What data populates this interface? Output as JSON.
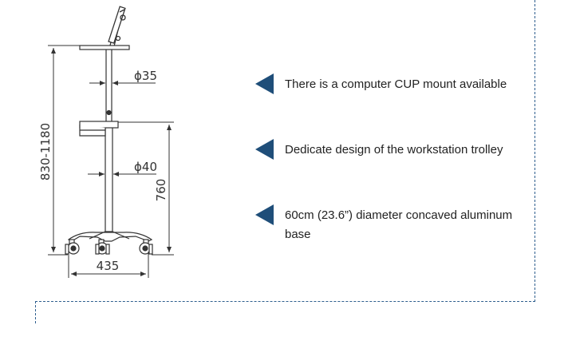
{
  "dimensions": {
    "height_range": "830-1180",
    "pole_top_diameter": "ϕ35",
    "pole_bottom_diameter": "ϕ40",
    "basket_height": "760",
    "base_width": "435"
  },
  "features": [
    {
      "icon": "triangle-left-icon",
      "text": "There is a computer CUP mount available"
    },
    {
      "icon": "triangle-left-icon",
      "text": "Dedicate design of the workstation trolley"
    },
    {
      "icon": "triangle-left-icon",
      "text": "60cm (23.6”) diameter concaved aluminum base"
    }
  ],
  "colors": {
    "accent": "#1f4e79",
    "frame": "#2e5e8e",
    "line": "#333333"
  }
}
